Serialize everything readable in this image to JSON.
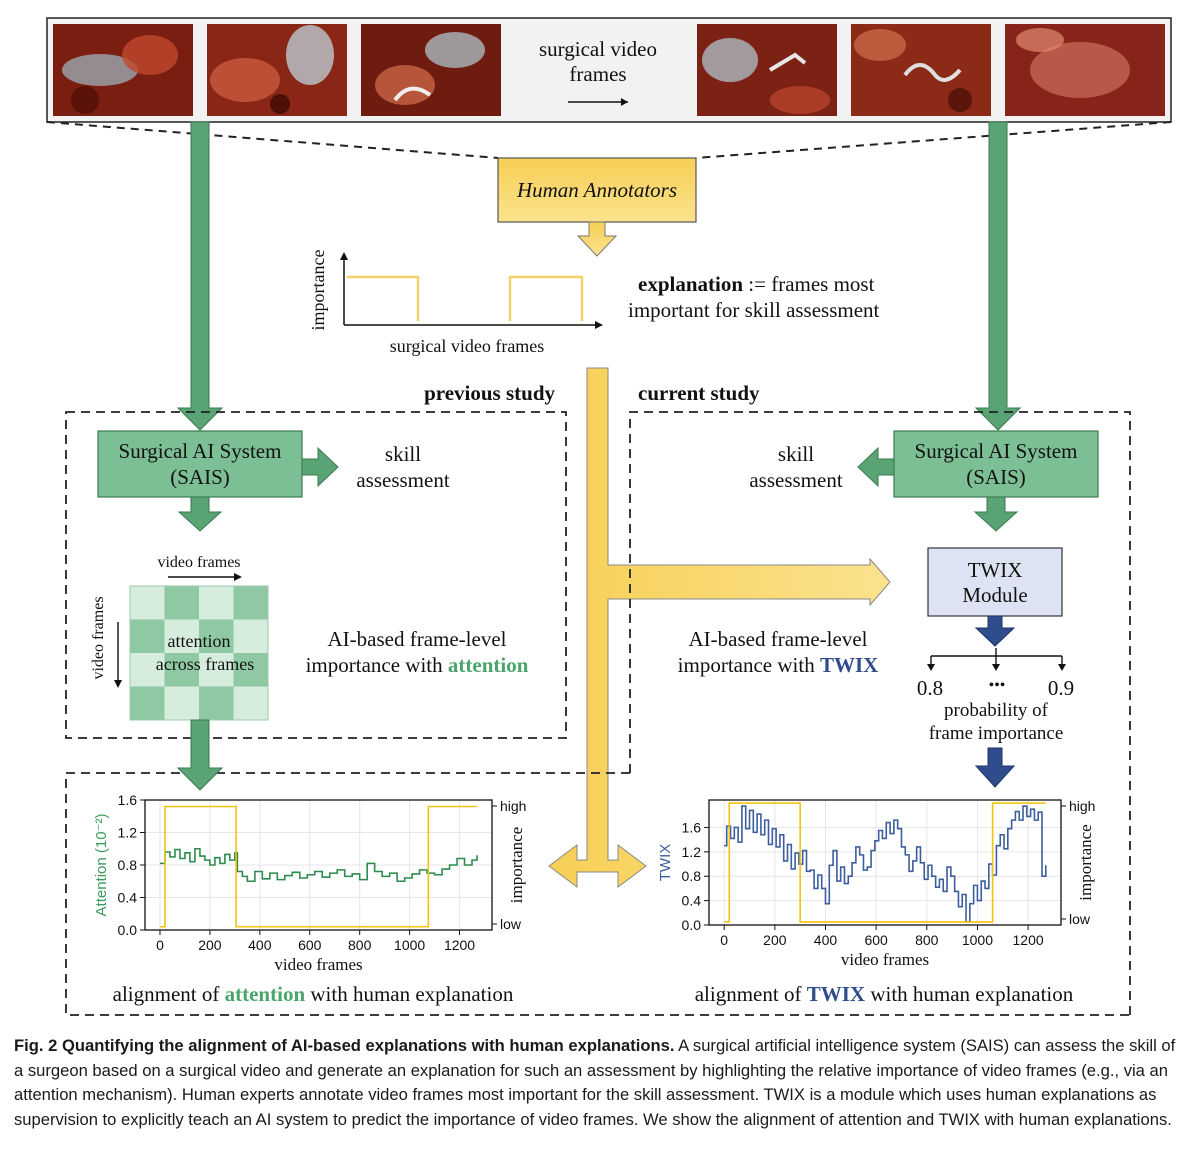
{
  "top_strip": {
    "label_line1": "surgical video",
    "label_line2": "frames"
  },
  "annotators": {
    "label": "Human Annotators"
  },
  "importance_plot": {
    "ylabel": "importance",
    "xlabel": "surgical video frames"
  },
  "explanation": {
    "term": "explanation",
    "definition_rest": " := frames most",
    "line2": "important for skill assessment"
  },
  "previous_study": {
    "title": "previous study",
    "sais_line1": "Surgical AI System",
    "sais_line2": "(SAIS)",
    "skill_line1": "skill",
    "skill_line2": "assessment",
    "matrix_top": "video frames",
    "matrix_side": "video frames",
    "matrix_line1": "attention",
    "matrix_line2": "across frames",
    "importance_line1": "AI-based frame-level",
    "importance_line2_prefix": "importance with ",
    "importance_line2_method": "attention"
  },
  "current_study": {
    "title": "current study",
    "sais_line1": "Surgical AI System",
    "sais_line2": "(SAIS)",
    "skill_line1": "skill",
    "skill_line2": "assessment",
    "twix_line1": "TWIX",
    "twix_line2": "Module",
    "importance_line1": "AI-based frame-level",
    "importance_line2_prefix": "importance with ",
    "importance_line2_method": "TWIX",
    "prob_left": "0.8",
    "prob_dots": "•••",
    "prob_right": "0.9",
    "prob_line1": "probability of",
    "prob_line2": "frame importance"
  },
  "alignment": {
    "left_prefix": "alignment of ",
    "left_method": "attention",
    "left_suffix": " with human explanation",
    "right_prefix": "alignment of ",
    "right_method": "TWIX",
    "right_suffix": " with human explanation"
  },
  "colors": {
    "green_box": "#7dbf95",
    "green_arrow": "#5aa374",
    "yellow": "#f5d26a",
    "navy": "#2f4c8c",
    "twix_box": "#dde3f2",
    "attention_text": "#4aa56a",
    "twix_text": "#2f4c8c"
  },
  "chart_data": [
    {
      "type": "line",
      "xlabel": "video frames",
      "ylabel": "Attention (10⁻²)",
      "y2label": "importance",
      "xlim": [
        -60,
        1330
      ],
      "ylim": [
        0,
        1.6
      ],
      "xticks": [
        "0",
        "200",
        "400",
        "600",
        "800",
        "1000",
        "1200"
      ],
      "yticks": [
        "0.0",
        "0.4",
        "0.8",
        "1.2",
        "1.6"
      ],
      "y2ticks": [
        "high",
        "low"
      ],
      "grid": true,
      "series": [
        {
          "color": "#2e8b4e",
          "x": [
            0,
            20,
            40,
            60,
            80,
            100,
            120,
            140,
            160,
            180,
            200,
            220,
            240,
            260,
            280,
            300,
            310,
            330,
            350,
            380,
            410,
            440,
            470,
            500,
            530,
            560,
            590,
            620,
            650,
            680,
            710,
            740,
            770,
            800,
            830,
            860,
            890,
            920,
            950,
            980,
            1010,
            1040,
            1070,
            1100,
            1130,
            1160,
            1190,
            1220,
            1250,
            1270
          ],
          "y": [
            0.82,
            0.96,
            0.9,
            0.99,
            0.88,
            0.95,
            0.84,
            1.0,
            0.91,
            0.86,
            0.8,
            0.89,
            0.82,
            0.93,
            0.86,
            0.95,
            0.72,
            0.66,
            0.6,
            0.72,
            0.63,
            0.7,
            0.62,
            0.67,
            0.71,
            0.64,
            0.68,
            0.72,
            0.65,
            0.7,
            0.74,
            0.66,
            0.69,
            0.62,
            0.82,
            0.72,
            0.66,
            0.7,
            0.6,
            0.64,
            0.69,
            0.74,
            0.7,
            0.68,
            0.75,
            0.8,
            0.88,
            0.8,
            0.86,
            0.92
          ]
        },
        {
          "color": "#f2c40f",
          "x": [
            0,
            20,
            20,
            305,
            305,
            1075,
            1075,
            1270
          ],
          "y": [
            0.04,
            0.04,
            1.52,
            1.52,
            0.04,
            0.04,
            1.52,
            1.52
          ]
        }
      ]
    },
    {
      "type": "line",
      "xlabel": "video frames",
      "ylabel": "TWIX",
      "y2label": "importance",
      "xlim": [
        -60,
        1330
      ],
      "ylim": [
        0,
        2.05
      ],
      "xticks": [
        "0",
        "200",
        "400",
        "600",
        "800",
        "1000",
        "1200"
      ],
      "yticks": [
        "0.0",
        "0.4",
        "0.8",
        "1.2",
        "1.6"
      ],
      "y2ticks": [
        "high",
        "low"
      ],
      "grid": true,
      "series": [
        {
          "color": "#3d5e9e",
          "x": [
            0,
            10,
            25,
            40,
            55,
            70,
            85,
            100,
            115,
            130,
            145,
            160,
            175,
            190,
            205,
            220,
            235,
            250,
            265,
            280,
            295,
            310,
            325,
            340,
            355,
            370,
            385,
            400,
            415,
            430,
            445,
            460,
            475,
            490,
            505,
            520,
            535,
            550,
            565,
            580,
            595,
            610,
            625,
            640,
            655,
            670,
            685,
            700,
            715,
            730,
            745,
            760,
            775,
            790,
            805,
            820,
            835,
            850,
            865,
            880,
            895,
            910,
            925,
            940,
            955,
            970,
            985,
            1000,
            1015,
            1030,
            1045,
            1060,
            1075,
            1090,
            1105,
            1120,
            1135,
            1150,
            1165,
            1180,
            1195,
            1210,
            1225,
            1240,
            1255,
            1270
          ],
          "y": [
            1.3,
            1.62,
            1.42,
            1.6,
            1.36,
            1.95,
            1.58,
            1.88,
            1.52,
            1.82,
            1.48,
            1.72,
            1.32,
            1.58,
            1.28,
            1.48,
            1.05,
            1.32,
            0.92,
            1.18,
            1.0,
            1.22,
            0.88,
            0.9,
            0.6,
            0.82,
            0.6,
            0.35,
            0.98,
            1.22,
            0.72,
            0.95,
            0.68,
            0.8,
            1.02,
            1.28,
            1.15,
            0.9,
            0.95,
            1.22,
            1.38,
            1.55,
            1.42,
            1.68,
            1.5,
            1.72,
            1.58,
            1.28,
            1.15,
            0.88,
            1.05,
            1.28,
            1.02,
            0.75,
            0.98,
            0.8,
            0.62,
            0.75,
            0.55,
            0.95,
            0.8,
            0.55,
            0.3,
            0.5,
            0.05,
            0.35,
            0.65,
            0.4,
            0.72,
            0.6,
            1.0,
            0.82,
            1.3,
            1.48,
            1.25,
            1.58,
            1.72,
            1.86,
            1.72,
            1.95,
            1.78,
            1.9,
            1.72,
            1.85,
            0.8,
            0.98
          ]
        },
        {
          "color": "#f2c40f",
          "x": [
            0,
            20,
            20,
            300,
            300,
            1060,
            1060,
            1270
          ],
          "y": [
            0.05,
            0.05,
            2.0,
            2.0,
            0.05,
            0.05,
            2.0,
            2.0
          ]
        }
      ]
    }
  ]
}
